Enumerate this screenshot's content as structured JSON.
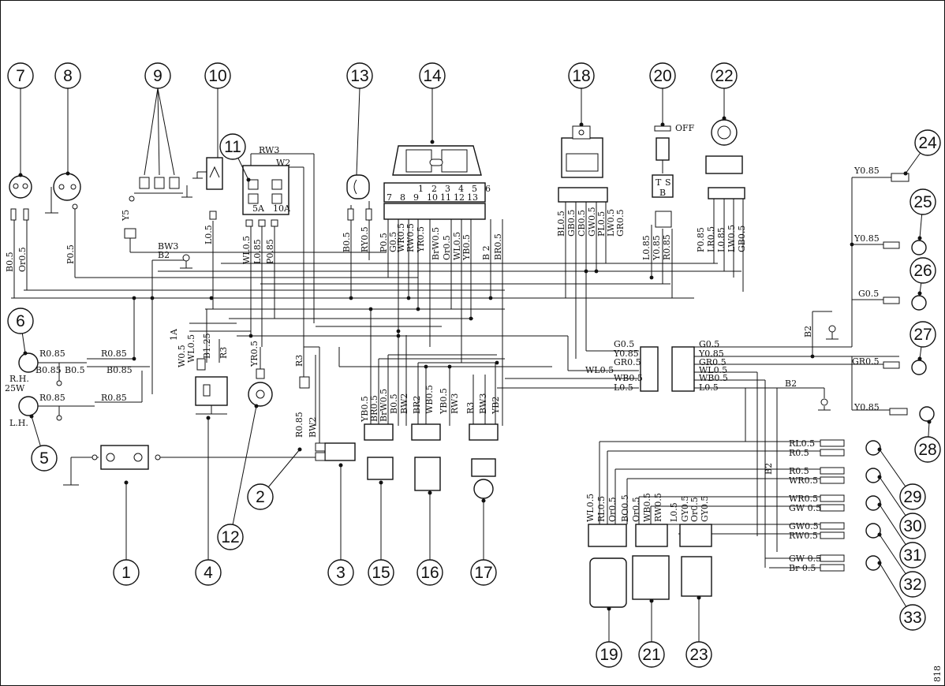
{
  "callouts": [
    {
      "n": "1"
    },
    {
      "n": "2"
    },
    {
      "n": "3"
    },
    {
      "n": "4"
    },
    {
      "n": "5"
    },
    {
      "n": "6"
    },
    {
      "n": "7"
    },
    {
      "n": "8"
    },
    {
      "n": "9"
    },
    {
      "n": "10"
    },
    {
      "n": "11"
    },
    {
      "n": "12"
    },
    {
      "n": "13"
    },
    {
      "n": "14"
    },
    {
      "n": "15"
    },
    {
      "n": "16"
    },
    {
      "n": "17"
    },
    {
      "n": "18"
    },
    {
      "n": "19"
    },
    {
      "n": "20"
    },
    {
      "n": "21"
    },
    {
      "n": "22"
    },
    {
      "n": "23"
    },
    {
      "n": "24"
    },
    {
      "n": "25"
    },
    {
      "n": "26"
    },
    {
      "n": "27"
    },
    {
      "n": "28"
    },
    {
      "n": "29"
    },
    {
      "n": "30"
    },
    {
      "n": "31"
    },
    {
      "n": "32"
    },
    {
      "n": "33"
    }
  ],
  "labels": {
    "b05_left": "B0.5",
    "or05_left": "Or0.5",
    "p05": "P0.5",
    "y5": "Y5",
    "bw3": "BW3",
    "b2_top": "B2",
    "l05_10": "L0.5",
    "rw3_top": "RW3",
    "w2_top": "W2",
    "wl05": "WL0.5",
    "l085": "L0.85",
    "p085": "P0.85",
    "b05_13": "B0.5",
    "ry05": "RY0.5",
    "p05_14": "P0.5",
    "g05_14": "G0.5",
    "wr05": "WR0.5",
    "rw05_14": "RW0.5",
    "yr05": "YR0.5",
    "brw05": "BrW0.5",
    "or05_14": "Or0.5",
    "wl05_14": "WL0.5",
    "yb05": "YB0.5",
    "b2_14": "B 2",
    "br05": "BR0.5",
    "bl05": "BL0.5",
    "gb05": "GB0.5",
    "cb05": "CB0.5",
    "gw05": "GW0.5",
    "pl05": "PL0.5",
    "lw05": "LW0.5",
    "gr05_18": "GR0.5",
    "l085_20": "L0.85",
    "y085_20": "Y0.85",
    "r085_20": "R0.85",
    "p085_22": "P0.85",
    "lr05": "LR0.5",
    "l085_22": "L0.85",
    "lw05_22": "LW0.5",
    "gb05_22": "GB0.5",
    "y085_24": "Y0.85",
    "y085_25": "Y0.85",
    "g05_26": "G0.5",
    "gr05_27": "GR0.5",
    "y085_28": "Y0.85",
    "b2_right": "B2",
    "r085_a": "R0.85",
    "b085_a": "B0.85",
    "b05_6": "B0.5",
    "b085_b": "B0.85",
    "r085_b": "R0.85",
    "r085_c": "R0.85",
    "rh": "R.H.",
    "w25": "25W",
    "lh": "L.H.",
    "one_a": "1A",
    "w05": "W0.5",
    "wl05_4": "WL0.5",
    "b125": "B1.25",
    "r3": "R3",
    "yr05_12": "YR0.5",
    "r3_2": "R3",
    "r085_2": "R0.85",
    "bw2": "BW2",
    "g05_r": "G0.5",
    "y085_r": "Y0.85",
    "gr05_r": "GR0.5",
    "wl05_r": "WL0.5",
    "wb05_r": "WB0.5",
    "l05_r": "L0.5",
    "g05_l": "G0.5",
    "y085_l": "Y0.85",
    "gr05_l": "GR0.5",
    "wl05_l": "WL0.5",
    "wb05_l": "WB0.5",
    "l05_l": "L0.5",
    "b2_mid": "B2",
    "yb05_15": "YB0.5",
    "br05_15": "BR0.5",
    "brw05_15": "BrW0.5",
    "b05_15": "B0.5",
    "bw2_15": "BW2",
    "br2": "BR2",
    "wb05_16": "WB0.5",
    "yb05_16": "YB0.5",
    "rw3_16": "RW3",
    "r3_17": "R3",
    "bw3_17": "BW3",
    "yb2": "YB2",
    "rl05": "RL0.5",
    "r05_29": "R0.5",
    "r05_30": "R0.5",
    "wr05_30": "WR0.5",
    "wr05_31": "WR0.5",
    "gw05_31": "GW  0.5",
    "gw05_32": "GW0.5",
    "rw05_32": "RW0.5",
    "gw_33": "GW  0.5",
    "br_33": "Br    0.5",
    "b2_33": "B2",
    "wl05_19": "WL0.5",
    "rl05_19": "RL0.5",
    "or05_19": "Or0.5",
    "bo05": "BO0.5",
    "or05_21": "Or0.5",
    "wb05_21": "WB0.5",
    "rw05_21": "RW0.5",
    "lo5": "L0.5",
    "gy05": "GY0.5",
    "or05_23": "Or0.5",
    "gy05_23": "GY0.5",
    "off": "OFF",
    "ts_t": "T",
    "ts_s": "S",
    "ts_b": "B",
    "fuse_5a": "5A",
    "fuse_10a": "10A",
    "code": "818"
  },
  "fusebox_cells": [
    "1",
    "2",
    "3",
    "4",
    "5",
    "6",
    "7",
    "8",
    "9",
    "10",
    "11",
    "12",
    "13"
  ],
  "colors": {
    "ink": "#111111",
    "paper": "#ffffff"
  }
}
